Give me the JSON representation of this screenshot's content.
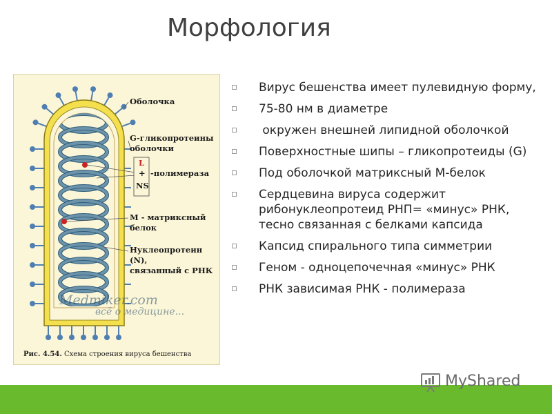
{
  "title": "Морфология",
  "figure": {
    "labels": {
      "envelope": "Оболочка",
      "glycoproteins": "G-гликопротеины\nоболочки",
      "polymerase_L": "L",
      "polymerase_plus": "+",
      "polymerase_NS": "NS",
      "polymerase": "-полимераза",
      "matrix": "М - матриксный\nбелок",
      "nucleoprotein": "Нуклеопротеин (N),\nсвязанный с РНК"
    },
    "caption_num": "Рис. 4.54.",
    "caption_text": "Схема строения вируса бешенства",
    "watermark_site": "Medmiker.com",
    "watermark_tagline": "всё о медицине..."
  },
  "bullets": [
    "Вирус бешенства имеет пулевидную форму,",
    "75-80 нм в диаметре",
    " окружен внешней липидной оболочкой",
    "Поверхностные шипы – гликопротеиды (G)",
    "Под оболочкой матриксный М-белок",
    "Сердцевина вируса содержит рибонуклеопротеид РНП= «минус» РНК, тесно связанная с белками капсида",
    "Капсид спирального типа симметрии",
    "Геном - одноцепочечная «минус» РНК",
    "РНК зависимая РНК - полимераза"
  ],
  "logo": "MyShared",
  "colors": {
    "accent_green": "#6aba2e",
    "spike_blue": "#4f7fb2",
    "coil_blue": "#6d93ab",
    "envelope_yellow": "#f4e04d",
    "polymerase_red": "#cc2222"
  }
}
